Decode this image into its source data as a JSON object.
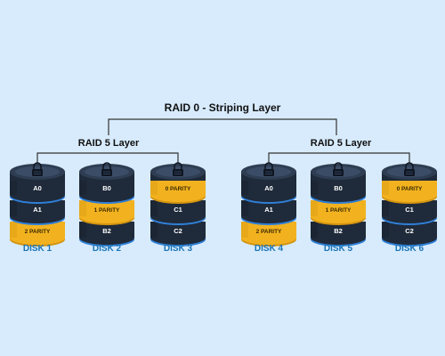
{
  "title": "RAID 0 - Striping Layer",
  "groups": [
    {
      "label": "RAID 5 Layer",
      "disks": [
        {
          "label": "DISK 1",
          "blocks": [
            "A0",
            "A1",
            "2 PARITY"
          ],
          "parity_index": 2
        },
        {
          "label": "DISK 2",
          "blocks": [
            "B0",
            "1 PARITY",
            "B2"
          ],
          "parity_index": 1
        },
        {
          "label": "DISK 3",
          "blocks": [
            "0 PARITY",
            "C1",
            "C2"
          ],
          "parity_index": 0
        }
      ]
    },
    {
      "label": "RAID 5 Layer",
      "disks": [
        {
          "label": "DISK 4",
          "blocks": [
            "A0",
            "A1",
            "2 PARITY"
          ],
          "parity_index": 2
        },
        {
          "label": "DISK 5",
          "blocks": [
            "B0",
            "1 PARITY",
            "B2"
          ],
          "parity_index": 1
        },
        {
          "label": "DISK 6",
          "blocks": [
            "0 PARITY",
            "C1",
            "C2"
          ],
          "parity_index": 0
        }
      ]
    }
  ],
  "colors": {
    "background": "#d7ebfc",
    "disk_dark": "#1f2a3a",
    "disk_top": "#2e3d52",
    "disk_band": "#2f7fd6",
    "parity": "#f2b21f",
    "parity_dark": "#d39410",
    "connector": "#333333",
    "label_blue": "#1a74b8"
  },
  "icons": [
    "lock-icon"
  ]
}
